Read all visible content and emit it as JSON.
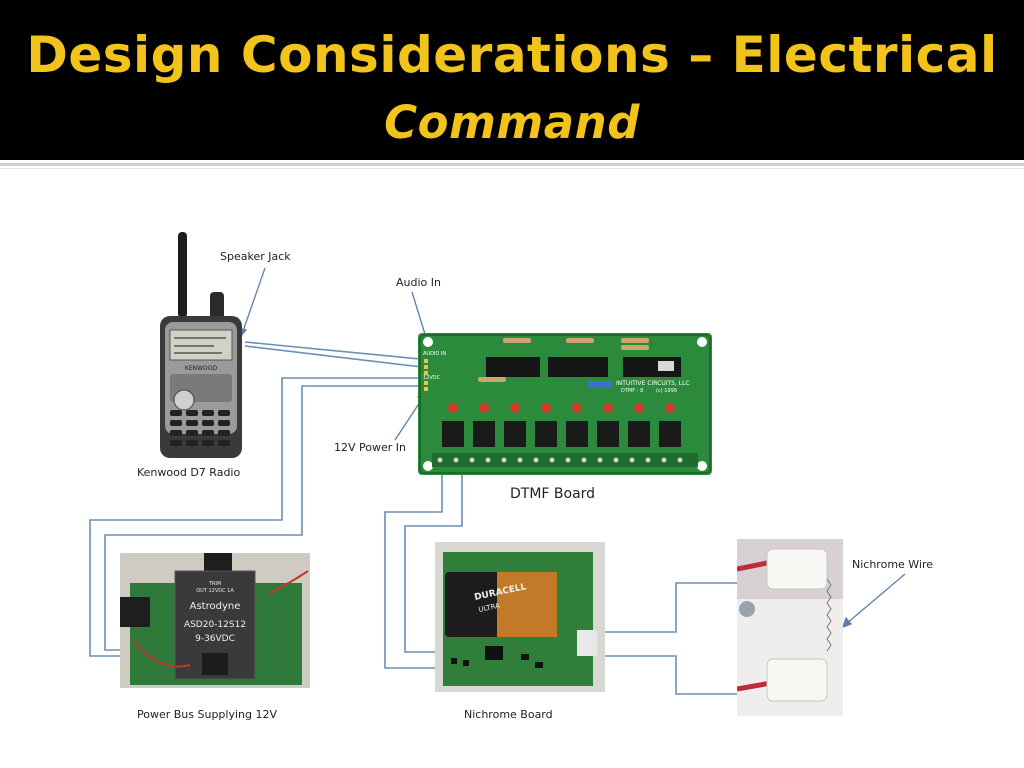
{
  "slide": {
    "title_line1": "Design Considerations – Electrical",
    "title_line2": "Command"
  },
  "labels": {
    "speaker_jack": "Speaker Jack",
    "audio_in": "Audio In",
    "power_in": "12V Power In",
    "radio": "Kenwood D7 Radio",
    "dtmf_board": "DTMF Board",
    "nichrome_wire": "Nichrome Wire",
    "power_bus": "Power Bus Supplying 12V",
    "nichrome_board": "Nichrome Board"
  },
  "photo_text": {
    "radio_brand": "KENWOOD",
    "dtmf_maker": "INTUITIVE CIRCUITS, LLC",
    "dtmf_model": "DTMF - 8",
    "dtmf_year": "(c) 1999",
    "dtmf_audio_in": "AUDIO IN",
    "dtmf_12vdc": "12VDC",
    "converter_brand": "Astrodyne",
    "converter_model": "ASD20-12S12",
    "converter_input": "9-36VDC",
    "converter_trim": "TRIM",
    "converter_out": "OUT 12VDC 1A",
    "battery_brand": "DURACELL",
    "battery_type": "ULTRA"
  },
  "colors": {
    "header_bg": "#000000",
    "title": "#f2c31b",
    "wire": "#6a8fb5",
    "pcb_green": "#2c8a3c"
  }
}
